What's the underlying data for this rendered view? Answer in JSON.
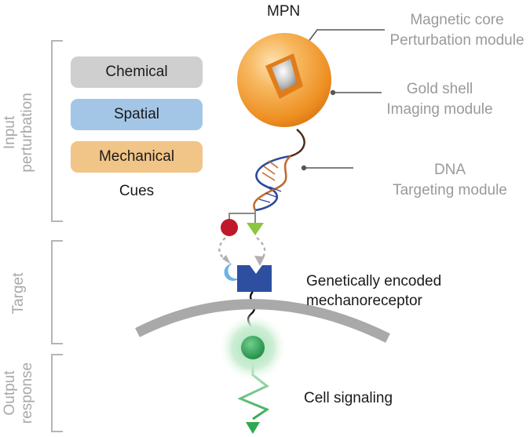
{
  "title": "MPN",
  "components": [
    {
      "line1": "Magnetic core",
      "line2": "Perturbation module"
    },
    {
      "line1": "Gold shell",
      "line2": "Imaging module"
    },
    {
      "line1": "DNA",
      "line2": "Targeting module"
    }
  ],
  "cues": {
    "items": [
      {
        "label": "Chemical",
        "color": "#cfcfcf"
      },
      {
        "label": "Spatial",
        "color": "#a3c6e6"
      },
      {
        "label": "Mechanical",
        "color": "#f1c487"
      }
    ],
    "caption": "Cues"
  },
  "side_labels": [
    {
      "line1": "Input",
      "line2": "perturbation"
    },
    {
      "line1": "Target",
      "line2": ""
    },
    {
      "line1": "Output",
      "line2": "response"
    }
  ],
  "receptor_label": {
    "line1": "Genetically encoded",
    "line2": "mechanoreceptor"
  },
  "signaling_label": "Cell signaling",
  "colors": {
    "gold": "#f29a2e",
    "gray_text": "#9a9a9a",
    "receptor": "#2e4fa0",
    "ligand_red": "#c0182a",
    "ligand_green": "#8cc63f",
    "membrane": "#a9a9a9",
    "signal_green": "#2fa84f"
  }
}
